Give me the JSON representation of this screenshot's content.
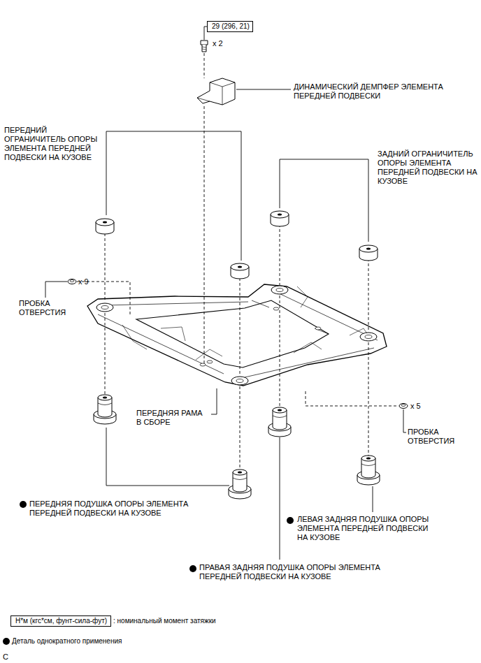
{
  "diagram": {
    "nodes": [
      {
        "text": [
          "29 (296, 21)"
        ]
      },
      {
        "text": [
          "Н*м (кгс*см, фунт-сила-фут)"
        ]
      }
    ],
    "edges": [],
    "labels": [
      "x 2",
      "ДИНАМИЧЕСКИЙ ДЕМПФЕР ЭЛЕМЕНТА ПЕРЕДНЕЙ ПОДВЕСКИ",
      "ПЕРЕДНИЙ ОГРАНИЧИТЕЛЬ ОПОРЫ ЭЛЕМЕНТА ПЕРЕДНЕЙ ПОДВЕСКИ НА КУЗОВЕ",
      "ЗАДНИЙ ОГРАНИЧИТЕЛЬ ОПОРЫ ЭЛЕМЕНТА ПЕРЕДНЕЙ ПОДВЕСКИ НА КУЗОВЕ",
      "x 9",
      "ПРОБКА ОТВЕРСТИЯ",
      "ПЕРЕДНЯЯ РАМА В СБОРЕ",
      "x 5",
      "ПРОБКА ОТВЕРСТИЯ",
      "ПЕРЕДНЯЯ ПОДУШКА ОПОРЫ ЭЛЕМЕНТА ПЕРЕДНЕЙ ПОДВЕСКИ НА КУЗОВЕ",
      "ЛЕВАЯ ЗАДНЯЯ ПОДУШКА ОПОРЫ ЭЛЕМЕНТА ПЕРЕДНЕЙ ПОДВЕСКИ НА КУЗОВЕ",
      "ПРАВАЯ ЗАДНЯЯ ПОДУШКА ОПОРЫ ЭЛЕМЕНТА ПЕРЕДНЕЙ ПОДВЕСКИ НА КУЗОВЕ",
      "C"
    ],
    "legend": [
      {
        "text": ": номинальный момент затяжки"
      },
      {
        "text": "Деталь однократного применения"
      }
    ]
  }
}
